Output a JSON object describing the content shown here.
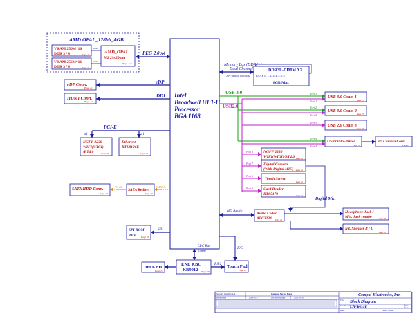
{
  "colors": {
    "block": "#1a1a9c",
    "bus": "#1a1a9c",
    "label": "#1a1aa8",
    "usb3": "#18a018",
    "usb2": "#c020c8",
    "sata": "#d88000",
    "page_ref": "#d01010",
    "power": "#e05050"
  },
  "gpu_group": {
    "title": "AMD OPAL_128bit_4GB",
    "vram_top_1": "VRAM 256M*16",
    "vram_top_2": "DDR 3 *4",
    "vram_bot_1": "VRAM 256M*16",
    "vram_bot_2": "DDR 3 *4",
    "gpu_1": "AMD_OPAL",
    "gpu_2": "M2 29x29mm",
    "bus_top": "64bit",
    "bus_bot": "64bit",
    "page_vram_top": "Page 2",
    "page_vram_bot": "Page 2",
    "page_gpu": "Page 1~7"
  },
  "cpu": {
    "line1": "Intel",
    "line2": "Broadwell ULT-U",
    "line3": "Processor",
    "line4": "BGA 1168"
  },
  "peg": {
    "label": "PEG 2.0 x4"
  },
  "memory": {
    "bus_1": "Memory Bus (DDR3L)",
    "bus_2": "Dual Channel",
    "dimm": "DDR3L-DIMM X2",
    "voltage": "1.35V DDR3L 1600 MHz",
    "bank": "BANK 0, 1, 2, 3, 4 ,5 ,6 ,7",
    "max": "8GB Max"
  },
  "display": {
    "edp_conn": "eDP Conn.",
    "edp_label": "eDP",
    "hdmi_conn": "HDMI Conn.",
    "ddi_label": "DDI",
    "page_edp": "Page 21",
    "page_hdmi": "Page 22"
  },
  "pcie": {
    "label": "PCI-E",
    "x1_left": "x1",
    "x1_right": "x1",
    "wifi_1": "NGFF 2230",
    "wifi_2": "WIFI(WIGI)",
    "wifi_3": "/BT4.0",
    "eth_1": "Ethernet",
    "eth_2": "RTL8106E",
    "page_wifi": "Page 18",
    "page_eth": "Page 19"
  },
  "sata": {
    "hdd": "SATA HDD Conn.",
    "port": "Port 0",
    "redriver": "SATA Rediver",
    "rate": "SATA3.0",
    "page_hdd": "Page 20",
    "page_redriver": "Page 20"
  },
  "spi": {
    "rom_1": "SPI ROM",
    "rom_2": "8MB",
    "label": "SPI",
    "page": "Page 16"
  },
  "lpc": {
    "label_1": "LPC Bus",
    "label_2": "33MHz"
  },
  "ec": {
    "line1": "ENE KBC",
    "line2": "KB9012",
    "page": "Page 28"
  },
  "kbd": {
    "label": "Int.KBD",
    "page": "Page 27"
  },
  "touchpad": {
    "label": "Touch Pad",
    "ps2": "PS/2",
    "i2c": "I2C",
    "page": "Page 27"
  },
  "usb": {
    "usb3_label": "USB 3.0",
    "usb2_label": "USB2.0",
    "conn1": "USB 3.0 Conn. 1",
    "conn2": "USB 3.0 Conn. 2",
    "conn3": "USB 2.0 Conn. 3",
    "redriver": "USB3.0 Re-driver",
    "camera_conn": "3D Camera Conn.",
    "port_1a": "Port 1",
    "port_1b": "Port 1",
    "port_2a": "Port 2",
    "port_2b": "Port 2",
    "port_3": "Port 3",
    "port_4a": "Port 4",
    "port_4b": "Port 4",
    "page_conn1": "Page 23",
    "page_conn2": "Page 23",
    "page_conn3": "Page 23",
    "page_redriver": "Page 24",
    "page_camera": "Page 24"
  },
  "usb2_devices": {
    "ngff_1": "NGFF 2230",
    "ngff_2": "WIFI(WIGI)/BT4.0",
    "camera_1": "Digital Camera",
    "camera_2": "(With Digital MIC)",
    "touch": "Touch Screen",
    "card_1": "Card Reader",
    "card_2": "RTS5179",
    "port_5": "Port 5",
    "port_7": "Port 7",
    "port_6": "Port 6",
    "port_3": "Port 3",
    "page_ngff": "Page 18",
    "page_camera": "Page 21",
    "page_touch": "Page 21",
    "page_card": "Page 25",
    "digital_mic": "Digital Mic."
  },
  "audio": {
    "hd_label": "HD Audio",
    "codec_1": "Audio Codec",
    "codec_2": "ALC3234",
    "headphone_1": "Headphone Jack /",
    "headphone_2": "Mic. Jack combo",
    "speaker": "Int. Speaker R / L",
    "page_codec": "Page 26",
    "page_headphone": "Page 26",
    "page_speaker": "Page 26"
  },
  "title_block": {
    "security": "Security Classification",
    "secret": "Compal Secret Data",
    "company": "Compal Electronics, Inc.",
    "issued": "Issued Date",
    "issued_date": "2014/10/17",
    "decipher": "Deciphered Date",
    "decipher_date": "2015/10/16",
    "title_hdr": "Title",
    "title": "Block Diagram",
    "doc_hdr": "Size Document Number",
    "doc_no": "LA-B431P",
    "rev": "Rev",
    "rev_val": "1.0",
    "sheet_hdr": "Date:",
    "sheet": "Sheet 1 of 60"
  }
}
